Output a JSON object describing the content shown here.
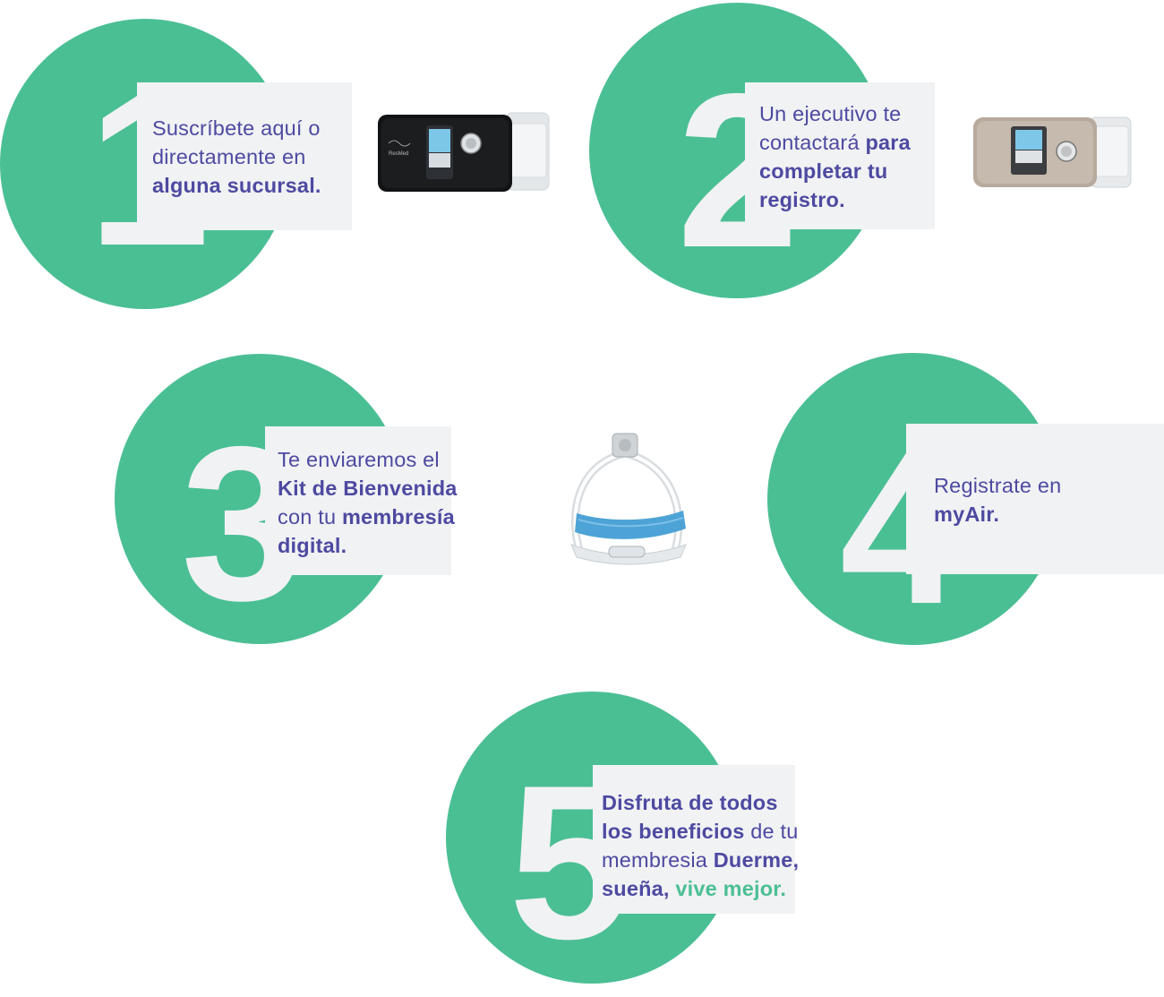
{
  "colors": {
    "green": "#4bbf94",
    "purple": "#4d4aa1",
    "panel": "#f1f2f4"
  },
  "steps": [
    {
      "number": "1",
      "lines": [
        [
          {
            "text": "Suscríbete aquí o"
          }
        ],
        [
          {
            "text": "directamente en"
          }
        ],
        [
          {
            "text": "alguna sucursal.",
            "bold": true
          }
        ]
      ]
    },
    {
      "number": "2",
      "lines": [
        [
          {
            "text": "Un ejecutivo te"
          }
        ],
        [
          {
            "text": "contactará "
          },
          {
            "text": "para",
            "bold": true
          }
        ],
        [
          {
            "text": "completar tu",
            "bold": true
          }
        ],
        [
          {
            "text": "registro.",
            "bold": true
          }
        ]
      ]
    },
    {
      "number": "3",
      "lines": [
        [
          {
            "text": "Te enviaremos el"
          }
        ],
        [
          {
            "text": "Kit de Bienvenida",
            "bold": true
          }
        ],
        [
          {
            "text": "con tu "
          },
          {
            "text": "membresía",
            "bold": true
          }
        ],
        [
          {
            "text": "digital.",
            "bold": true
          }
        ]
      ]
    },
    {
      "number": "4",
      "lines": [
        [
          {
            "text": "Registrate en"
          }
        ],
        [
          {
            "text": "myAir.",
            "bold": true
          }
        ]
      ]
    },
    {
      "number": "5",
      "lines": [
        [
          {
            "text": "Disfruta de todos",
            "bold": true
          }
        ],
        [
          {
            "text": "los beneficios",
            "bold": true
          },
          {
            "text": " de tu"
          }
        ],
        [
          {
            "text": "membresia "
          },
          {
            "text": "Duerme,",
            "bold": true
          }
        ],
        [
          {
            "text": "sueña, ",
            "bold": true
          },
          {
            "text": "vive mejor.",
            "bold": true,
            "accent": "green"
          }
        ]
      ]
    }
  ],
  "images": {
    "device_black": {
      "icon": "cpap-machine-black-icon",
      "brand": "ResMed"
    },
    "device_silver": {
      "icon": "cpap-machine-silver-icon"
    },
    "mask": {
      "icon": "nasal-mask-icon"
    }
  }
}
